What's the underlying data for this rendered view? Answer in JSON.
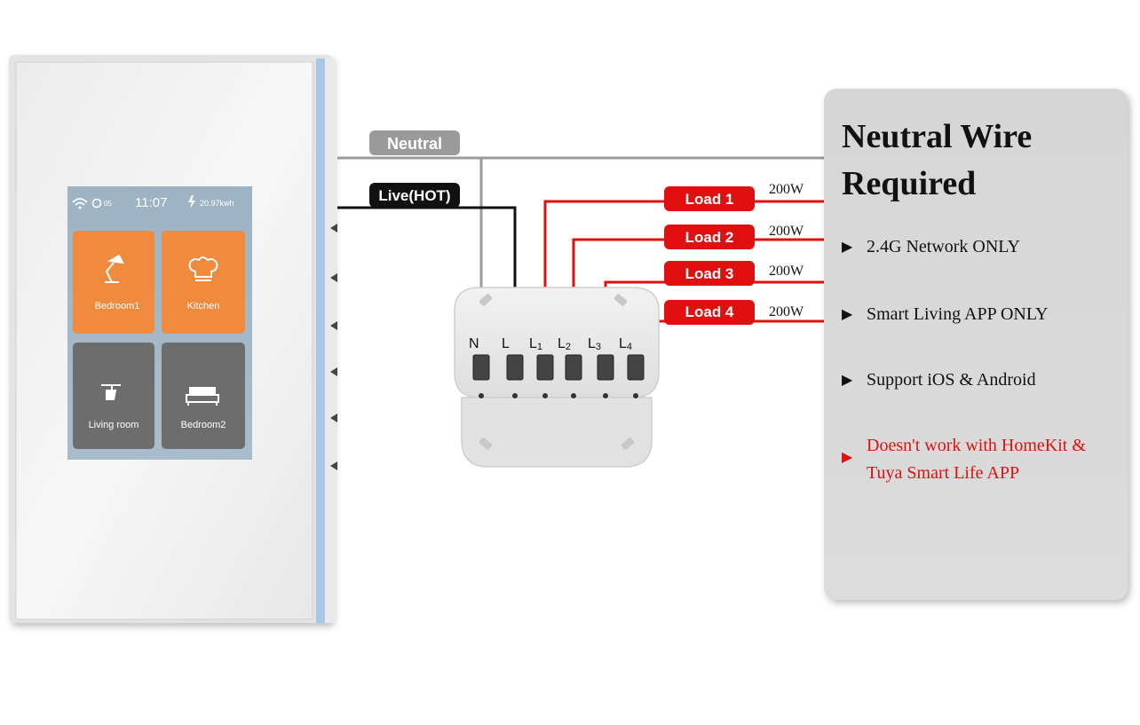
{
  "switch_panel": {
    "status_bar": {
      "wifi_label": "○",
      "mode_label": "05",
      "time": "11:07",
      "energy": "20.97kwh"
    },
    "tiles": [
      {
        "label": "Bedroom1",
        "icon": "desk-lamp-icon",
        "color": "#f08a3c"
      },
      {
        "label": "Kitchen",
        "icon": "chef-hat-icon",
        "color": "#f08a3c"
      },
      {
        "label": "Living room",
        "icon": "spotlight-icon",
        "color": "#6d6d6d"
      },
      {
        "label": "Bedroom2",
        "icon": "bed-icon",
        "color": "#6d6d6d"
      }
    ]
  },
  "wiring": {
    "neutral_label": "Neutral",
    "live_label": "Live(HOT)",
    "terminals": [
      "N",
      "L",
      "L",
      "L",
      "L",
      "L"
    ],
    "terminal_subscripts": [
      "",
      "",
      "1",
      "2",
      "3",
      "4"
    ],
    "loads": [
      {
        "label": "Load 1",
        "watts": "200W"
      },
      {
        "label": "Load 2",
        "watts": "200W"
      },
      {
        "label": "Load 3",
        "watts": "200W"
      },
      {
        "label": "Load 4",
        "watts": "200W"
      }
    ],
    "colors": {
      "neutral": "#9a9a9a",
      "live": "#111111",
      "load": "#e01010"
    }
  },
  "info_panel": {
    "title_line1": "Neutral Wire",
    "title_line2": "Required",
    "bullets": [
      {
        "text": "2.4G Network ONLY",
        "color": "#111111"
      },
      {
        "text": "Smart Living APP ONLY",
        "color": "#111111"
      },
      {
        "text": "Support iOS & Android",
        "color": "#111111"
      },
      {
        "text": "Doesn't work with HomeKit &",
        "color": "#e01010"
      }
    ],
    "bullet4_line2": "Tuya Smart Life APP",
    "bullet_symbol": "▶"
  }
}
